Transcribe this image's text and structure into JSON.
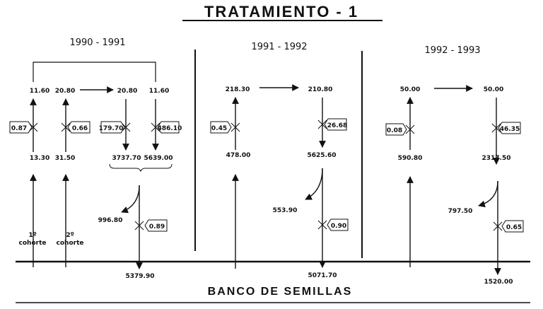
{
  "title": "TRATAMIENTO - 1",
  "footer": "BANCO DE SEMILLAS",
  "periods": [
    "1990 - 1991",
    "1991 - 1992",
    "1992 - 1993"
  ],
  "p1": {
    "top": [
      "11.60",
      "20.80",
      "20.80",
      "11.60"
    ],
    "rates": [
      "0.87",
      "0.66",
      "179.70",
      "486.10"
    ],
    "mid": [
      "13.30",
      "31.50",
      "3737.70",
      "5639.00"
    ],
    "loss": "996.80",
    "loss_rate": "0.89",
    "bank": "5379.90",
    "cohort1": [
      "1º",
      "cohorte"
    ],
    "cohort2": [
      "2º",
      "cohorte"
    ]
  },
  "p2": {
    "top": [
      "218.30",
      "210.80"
    ],
    "rates": [
      "0.45",
      "26.68"
    ],
    "mid": [
      "478.00",
      "5625.60"
    ],
    "loss": "553.90",
    "loss_rate": "0.90",
    "bank": "5071.70"
  },
  "p3": {
    "top": [
      "50.00",
      "50.00"
    ],
    "rates": [
      "0.08",
      "46.35"
    ],
    "mid": [
      "590.80",
      "2317.50"
    ],
    "loss": "797.50",
    "loss_rate": "0.65",
    "bank": "1520.00"
  }
}
